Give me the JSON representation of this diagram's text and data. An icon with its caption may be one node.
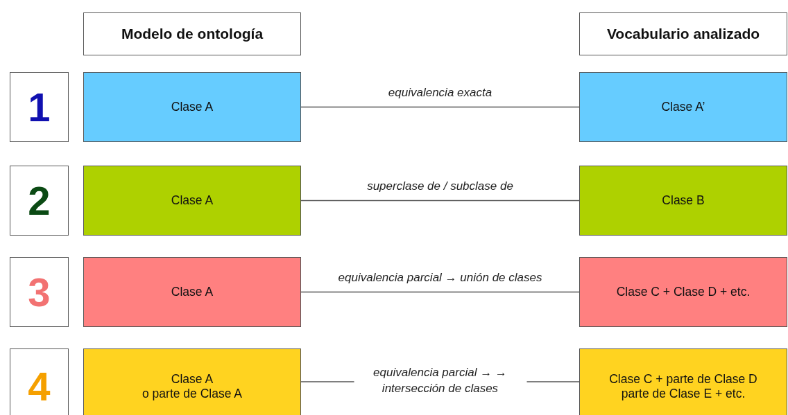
{
  "diagram": {
    "nodes": [
      {
        "text": [
          "Modelo de ontología"
        ]
      },
      {
        "text": [
          "Vocabulario analizado"
        ]
      },
      {
        "text": [
          "1"
        ]
      },
      {
        "text": [
          "Clase A"
        ]
      },
      {
        "text": [
          "Clase A’"
        ]
      },
      {
        "text": [
          "2"
        ]
      },
      {
        "text": [
          "Clase A"
        ]
      },
      {
        "text": [
          "Clase B"
        ]
      },
      {
        "text": [
          "3"
        ]
      },
      {
        "text": [
          "Clase A"
        ]
      },
      {
        "text": [
          "Clase C + Clase D + etc."
        ]
      },
      {
        "text": [
          "4"
        ]
      },
      {
        "text": [
          "Clase A",
          "o parte de Clase A"
        ]
      },
      {
        "text": [
          "Clase C + parte de Clase D",
          "parte de Clase E + etc."
        ]
      }
    ],
    "edges": [
      {
        "from": 3,
        "to": 4,
        "arrow": "none",
        "label": "equivalencia exacta"
      },
      {
        "from": 6,
        "to": 7,
        "arrow": "none",
        "label": "superclase de / subclase de"
      },
      {
        "from": 9,
        "to": 10,
        "arrow": "none",
        "label": "equivalencia parcial → unión de clases"
      },
      {
        "from": 12,
        "to": 13,
        "arrow": "none",
        "label": "equivalencia parcial → → intersección de clases"
      }
    ]
  }
}
